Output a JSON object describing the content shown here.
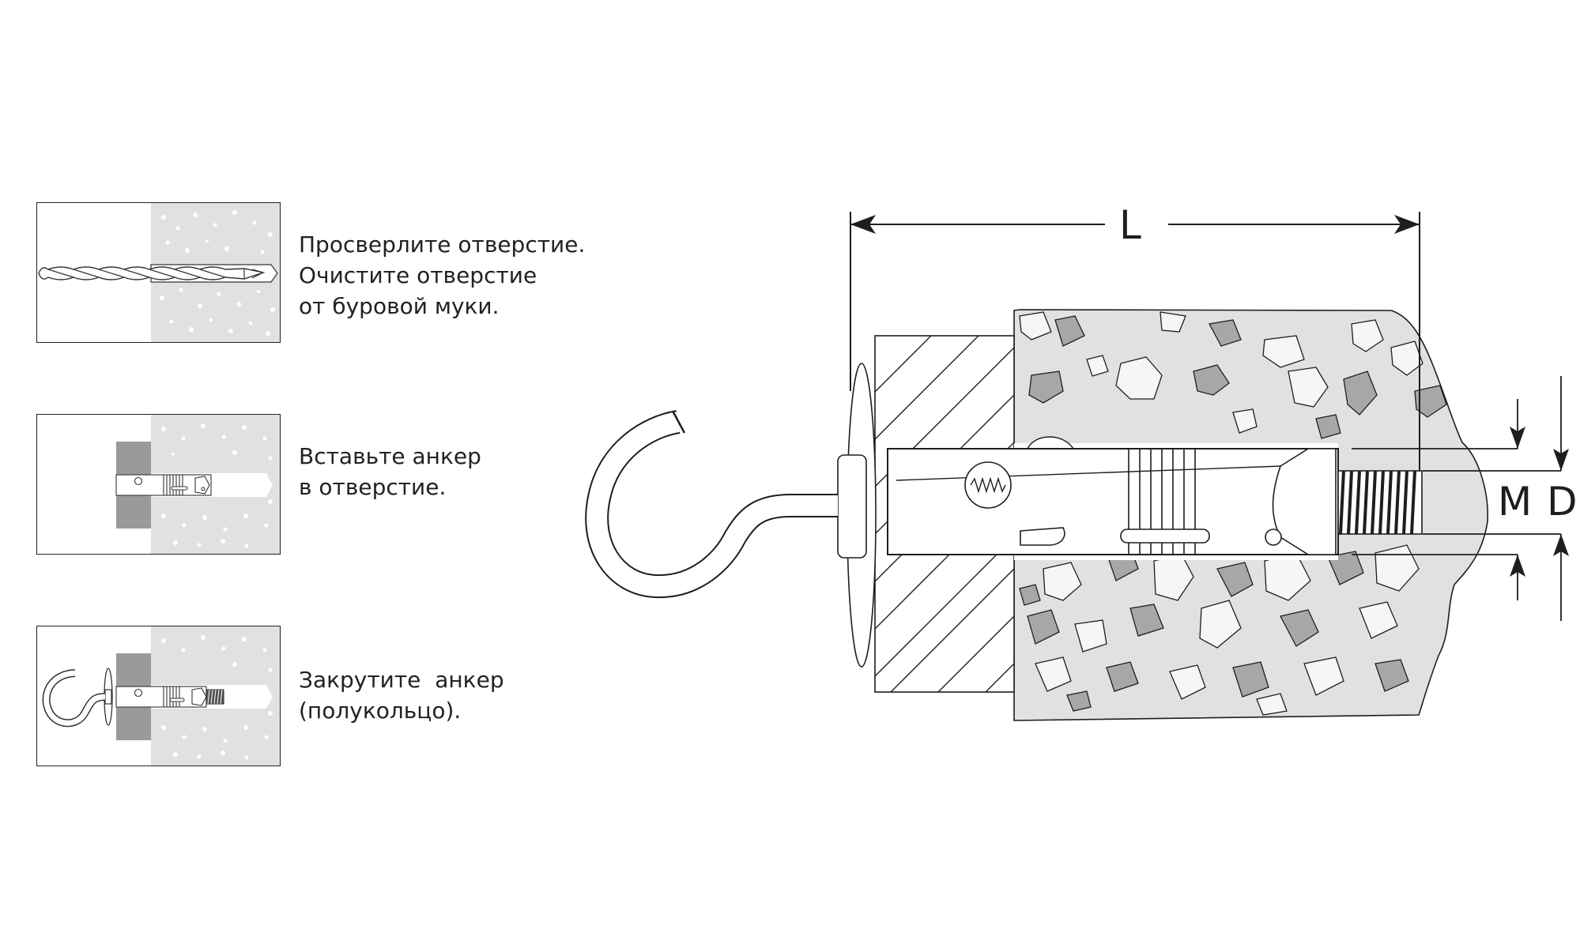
{
  "steps": [
    {
      "text": "Просверлите отверстие.\nОчистите отверстие\nот буровой муки.",
      "image": "drilling"
    },
    {
      "text": "Вставьте анкер\nв отверстие.",
      "image": "inserting-anchor"
    },
    {
      "text": "Закрутите  анкер\n(полукольцо).",
      "image": "screwing-hook"
    }
  ],
  "dimensions": {
    "length": "L",
    "thread": "M",
    "diameter": "D"
  },
  "colors": {
    "concrete": "#e1e1e1",
    "stone_light": "#f6f6f6",
    "stone_dark": "#a7a7a7",
    "stroke": "#1e1e1e",
    "base": "#9a9a9a"
  }
}
